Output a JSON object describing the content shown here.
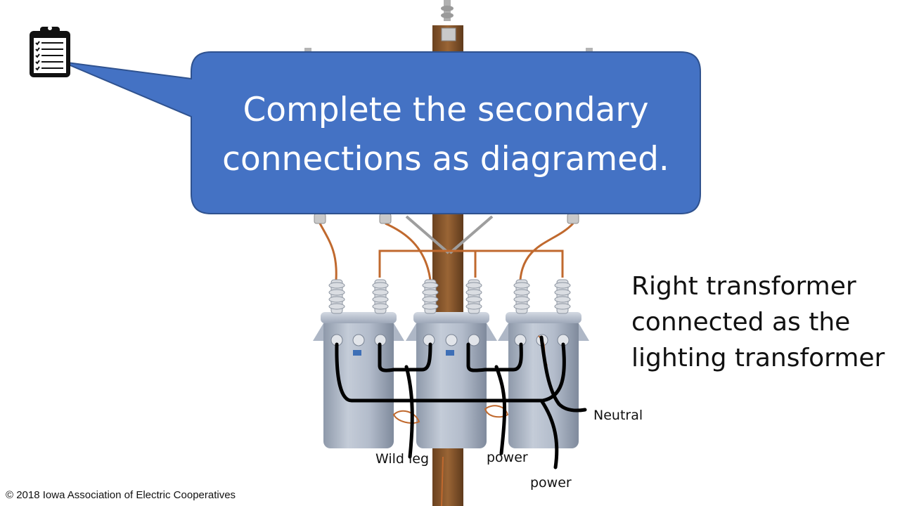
{
  "slide": {
    "callout": {
      "line1": "Complete the secondary",
      "line2": "connections as diagramed."
    },
    "note": {
      "line1": "Right transformer",
      "line2": "connected as the",
      "line3": "lighting transformer"
    },
    "labels": {
      "neutral": "Neutral",
      "wild_leg": "Wild leg",
      "power_1": "power",
      "power_2": "power"
    },
    "copyright": "© 2018 Iowa Association of Electric Cooperatives",
    "icon": "clipboard-checklist-icon",
    "colors": {
      "callout_fill": "#4472C4",
      "callout_border": "#2F528F",
      "pole": "#8B5A2B",
      "transformer": "#A9B3C3",
      "primary_wire": "#C0692E",
      "secondary_wire": "#000000"
    }
  }
}
